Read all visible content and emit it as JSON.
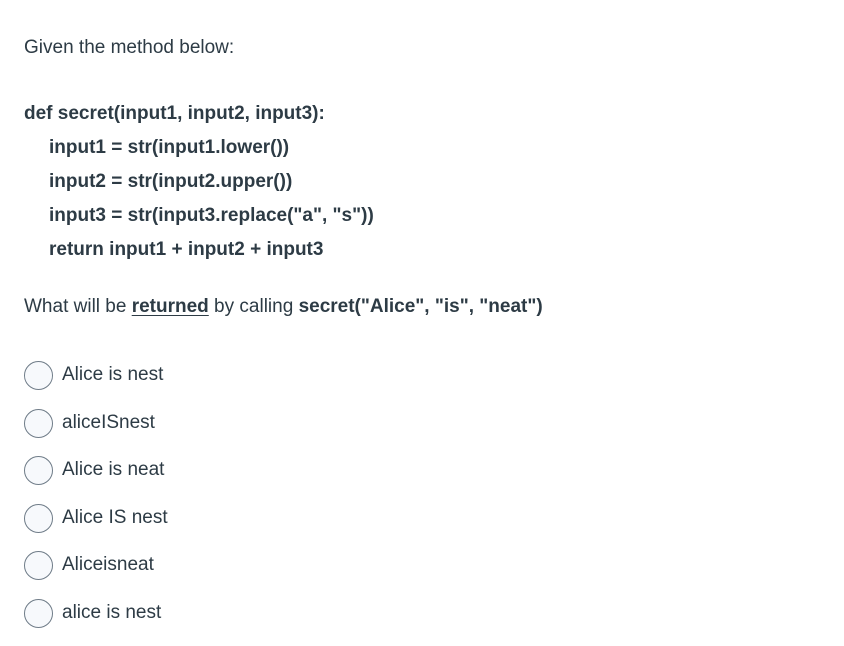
{
  "question": {
    "intro": "Given the method below:",
    "code_lines": [
      "def secret(input1, input2, input3):",
      "input1 = str(input1.lower())",
      "input2 = str(input2.upper())",
      "input3 = str(input3.replace(\"a\", \"s\"))",
      "return input1 + input2 + input3"
    ],
    "prompt": {
      "prefix": "What will be ",
      "emphasized": "returned",
      "middle": " by calling ",
      "call": "secret(\"Alice\", \"is\", \"neat\")"
    }
  },
  "options": [
    {
      "label": "Alice is nest",
      "selected": false
    },
    {
      "label": "aliceISnest",
      "selected": false
    },
    {
      "label": "Alice is neat",
      "selected": false
    },
    {
      "label": "Alice IS nest",
      "selected": false
    },
    {
      "label": "Aliceisneat",
      "selected": false
    },
    {
      "label": "alice is nest",
      "selected": false
    }
  ],
  "colors": {
    "text": "#2d3b45",
    "radio_border": "#6f7c88",
    "radio_fill": "#f7f9fc",
    "background": "#ffffff"
  }
}
